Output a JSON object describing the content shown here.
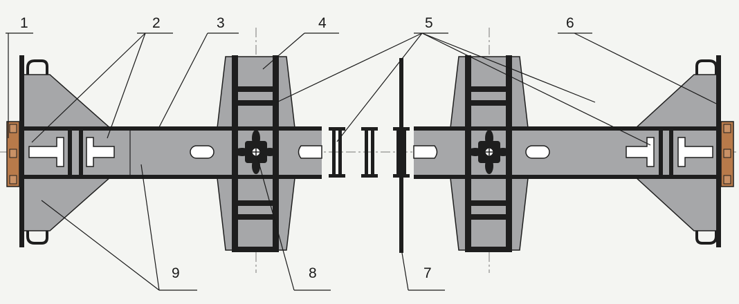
{
  "colors": {
    "background": "#f4f5f2",
    "part_fill": "#a6a7a9",
    "bar_fill": "#1e1e1e",
    "line": "#1a1a1a",
    "flange": "#b87a4a",
    "centerline": "#777777"
  },
  "callouts": [
    {
      "id": "label-1",
      "text": "1"
    },
    {
      "id": "label-2",
      "text": "2"
    },
    {
      "id": "label-3",
      "text": "3"
    },
    {
      "id": "label-4",
      "text": "4"
    },
    {
      "id": "label-5",
      "text": "5"
    },
    {
      "id": "label-6",
      "text": "6"
    },
    {
      "id": "label-7",
      "text": "7"
    },
    {
      "id": "label-8",
      "text": "8"
    },
    {
      "id": "label-9",
      "text": "9"
    }
  ]
}
